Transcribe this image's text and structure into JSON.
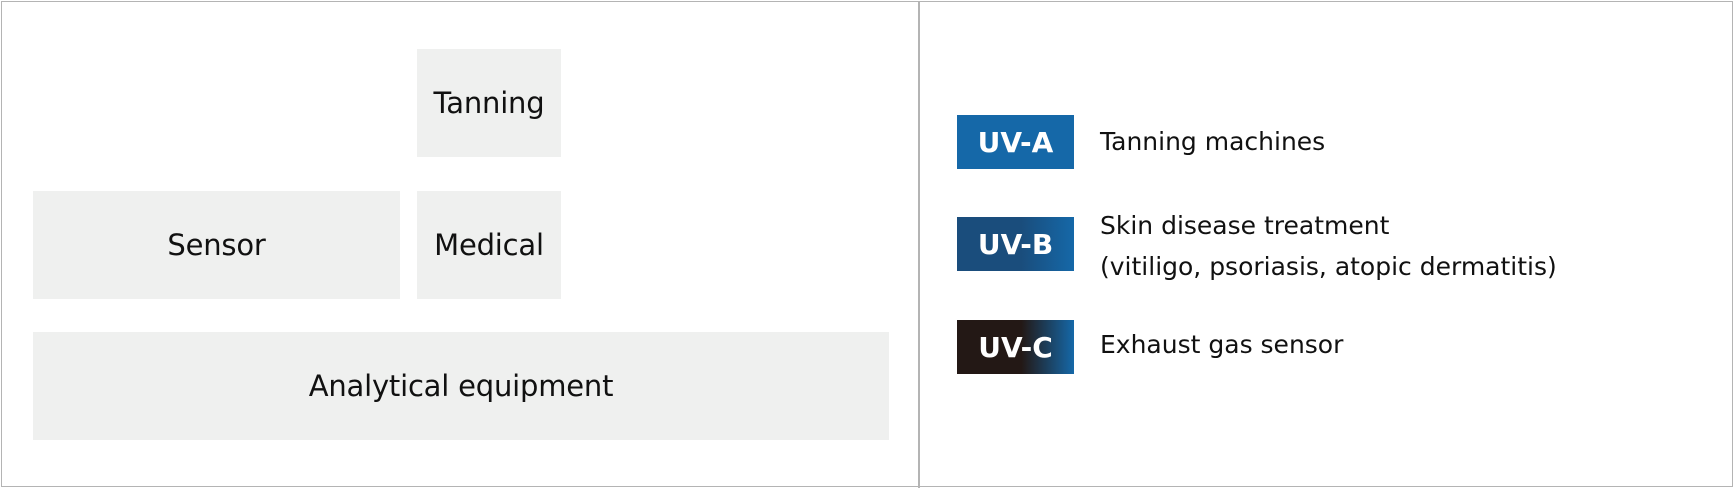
{
  "applications": {
    "tanning": "Tanning",
    "sensor": "Sensor",
    "medical": "Medical",
    "analytical": "Analytical equipment"
  },
  "legend": [
    {
      "label": "UV-A",
      "color_start": "#1568a8",
      "color_end": "#1568a8",
      "description": [
        "Tanning machines"
      ]
    },
    {
      "label": "UV-B",
      "color_start": "#1a4d7c",
      "color_end": "#1568a8",
      "description": [
        "Skin disease treatment",
        "(vitiligo, psoriasis, atopic dermatitis)"
      ]
    },
    {
      "label": "UV-C",
      "color_start": "#231815",
      "color_end": "#1568a8",
      "description": [
        "Exhaust gas sensor"
      ]
    }
  ]
}
